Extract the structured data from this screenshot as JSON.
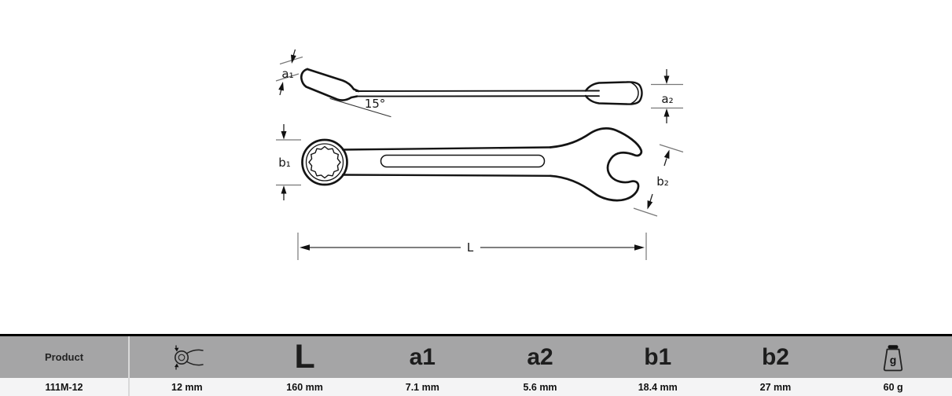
{
  "diagram": {
    "labels": {
      "a1": "a₁",
      "a2": "a₂",
      "b1": "b₁",
      "b2": "b₂",
      "angle": "15°",
      "length": "L"
    }
  },
  "table": {
    "product_header": "Product",
    "headers": {
      "L": "L",
      "a1": "a1",
      "a2": "a2",
      "b1": "b1",
      "b2": "b2"
    },
    "icons": {
      "size": "wrench-size-icon",
      "weight": "weight-icon"
    },
    "weight_icon_letter": "g",
    "row": {
      "product": "111M-12",
      "size": "12 mm",
      "L": "160 mm",
      "a1": "7.1 mm",
      "a2": "5.6 mm",
      "b1": "18.4 mm",
      "b2": "27 mm",
      "weight": "60 g"
    }
  },
  "colors": {
    "header-bg": "#a5a5a6",
    "row-bg": "#f4f4f5",
    "border-top": "#000000",
    "separator": "#d9d9d9",
    "outline": "#141414",
    "dimension": "#555555",
    "extension": "#777777"
  }
}
